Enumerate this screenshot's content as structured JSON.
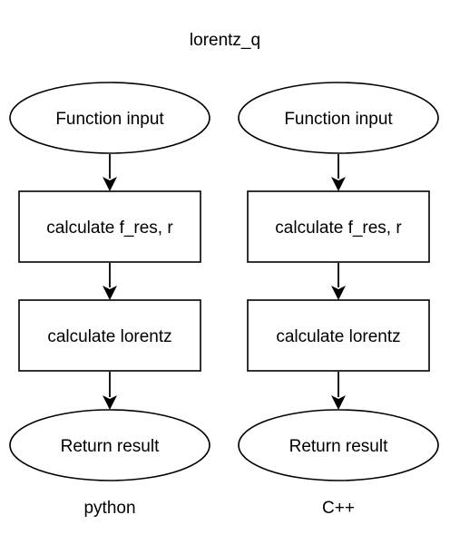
{
  "diagram": {
    "title": "lorentz_q",
    "columns": [
      {
        "caption": "python",
        "nodes": [
          {
            "shape": "ellipse",
            "label": "Function input"
          },
          {
            "shape": "rect",
            "label": "calculate f_res, r"
          },
          {
            "shape": "rect",
            "label": "calculate lorentz"
          },
          {
            "shape": "ellipse",
            "label": "Return result"
          }
        ]
      },
      {
        "caption": "C++",
        "nodes": [
          {
            "shape": "ellipse",
            "label": "Function input"
          },
          {
            "shape": "rect",
            "label": "calculate f_res, r"
          },
          {
            "shape": "rect",
            "label": "calculate lorentz"
          },
          {
            "shape": "ellipse",
            "label": "Return result"
          }
        ]
      }
    ],
    "edges": [
      {
        "column": 0,
        "from": 0,
        "to": 1
      },
      {
        "column": 0,
        "from": 1,
        "to": 2
      },
      {
        "column": 0,
        "from": 2,
        "to": 3
      },
      {
        "column": 1,
        "from": 0,
        "to": 1
      },
      {
        "column": 1,
        "from": 1,
        "to": 2
      },
      {
        "column": 1,
        "from": 2,
        "to": 3
      }
    ]
  }
}
